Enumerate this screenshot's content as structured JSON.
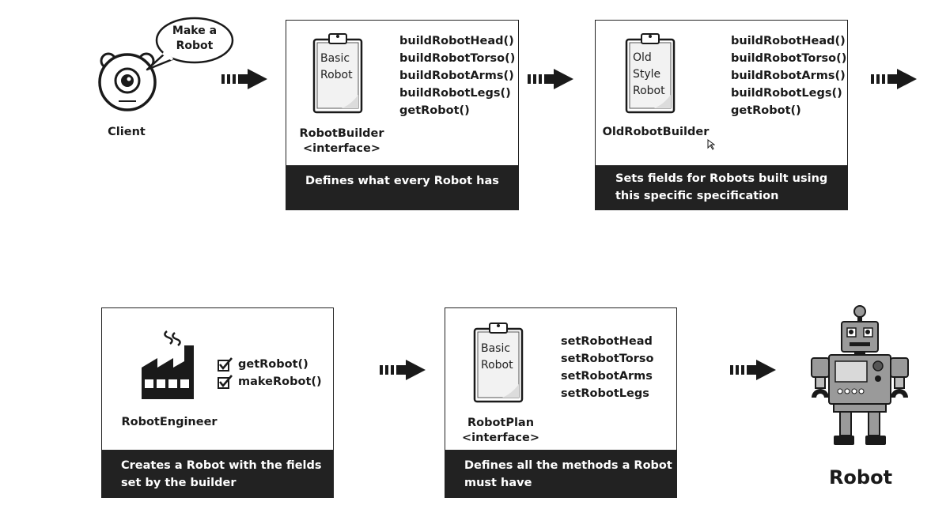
{
  "client": {
    "speech": "Make a\nRobot",
    "label": "Client"
  },
  "robot_builder": {
    "clipboard_text": "Basic\nRobot",
    "name": "RobotBuilder",
    "stereotype": "<interface>",
    "methods": [
      "buildRobotHead()",
      "buildRobotTorso()",
      "buildRobotArms()",
      "buildRobotLegs()",
      "getRobot()"
    ],
    "caption": "Defines what every Robot has"
  },
  "old_robot_builder": {
    "clipboard_text": "Old\nStyle\nRobot",
    "name": "OldRobotBuilder",
    "methods": [
      "buildRobotHead()",
      "buildRobotTorso()",
      "buildRobotArms()",
      "buildRobotLegs()",
      "getRobot()"
    ],
    "caption": "Sets fields for Robots built using\nthis specific specification"
  },
  "robot_engineer": {
    "name": "RobotEngineer",
    "methods": [
      "getRobot()",
      "makeRobot()"
    ],
    "caption": "Creates a Robot with the fields\nset by the builder"
  },
  "robot_plan": {
    "clipboard_text": "Basic\nRobot",
    "name": "RobotPlan",
    "stereotype": "<interface>",
    "methods": [
      "setRobotHead",
      "setRobotTorso",
      "setRobotArms",
      "setRobotLegs"
    ],
    "caption": "Defines all the methods a Robot\nmust have"
  },
  "robot": {
    "label": "Robot"
  },
  "colors": {
    "ink": "#1a1a1a",
    "caption_bg": "#222222",
    "clipboard_paper": "#f2f2f2",
    "robot_metal": "#9a9a9a"
  }
}
